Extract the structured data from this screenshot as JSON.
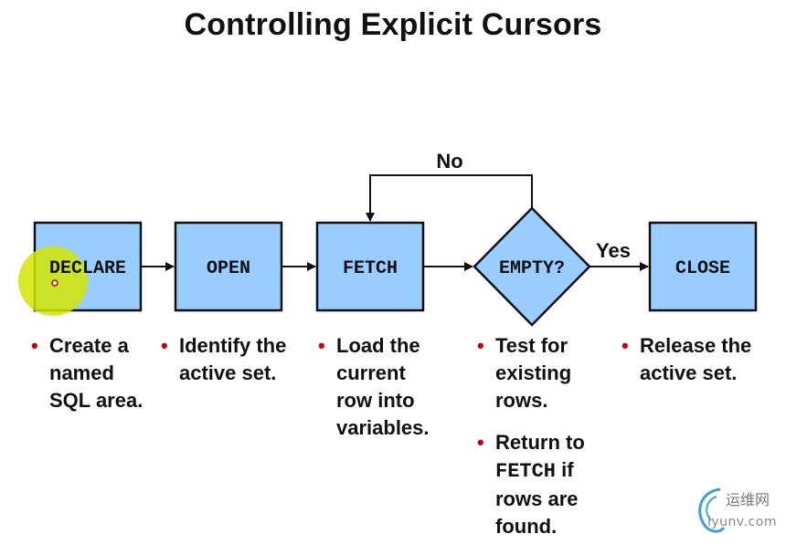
{
  "title": "Controlling Explicit Cursors",
  "flow": {
    "declare": "DECLARE",
    "open": "OPEN",
    "fetch": "FETCH",
    "empty": "EMPTY?",
    "close": "CLOSE",
    "no_label": "No",
    "yes_label": "Yes"
  },
  "descriptions": {
    "declare": [
      "Create a",
      "named",
      "SQL area."
    ],
    "open": [
      "Identify the",
      "active set."
    ],
    "fetch": [
      "Load the",
      "current",
      "row into",
      "variables."
    ],
    "empty_1": [
      "Test for",
      "existing",
      "rows."
    ],
    "empty_2": {
      "line1": "Return to",
      "line2_code": "FETCH",
      "line2_rest": " if",
      "line3": "rows are",
      "line4": "found."
    },
    "close": [
      "Release the",
      "active set."
    ]
  },
  "colors": {
    "box_fill": "#99ccff",
    "box_stroke": "#111111",
    "bullet": "#cc0000",
    "cursor_highlight": "#d4e600"
  },
  "watermark": {
    "chinese": "运维网",
    "url": "iyunv.com"
  }
}
